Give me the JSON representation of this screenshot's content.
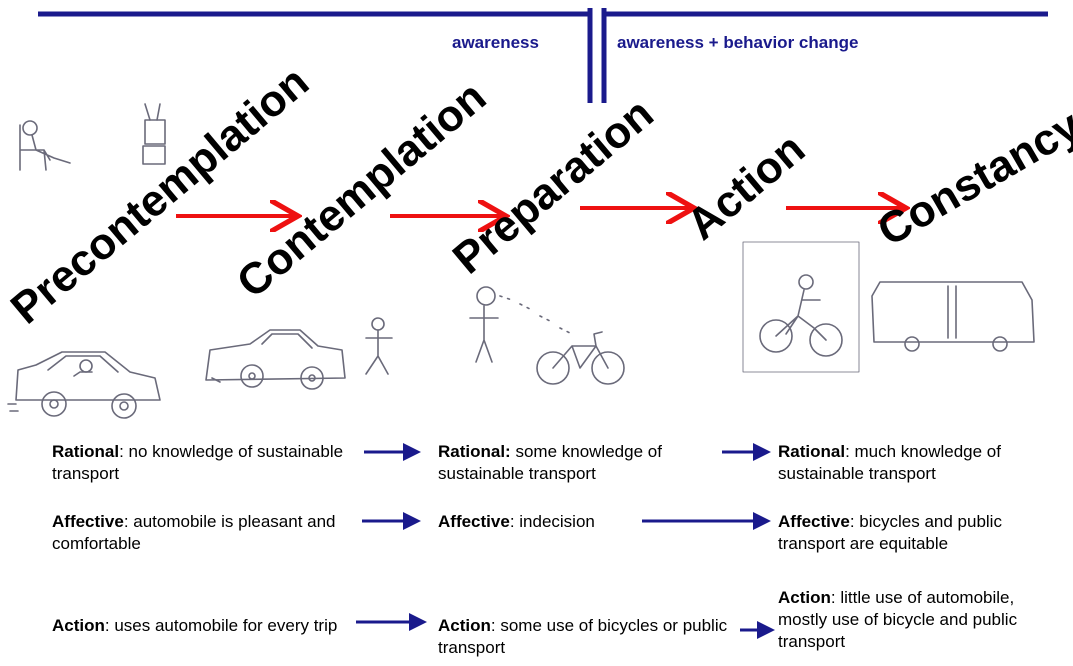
{
  "header": {
    "left_label": "awareness",
    "right_label": "awareness + behavior change"
  },
  "stages": [
    "Precontemplation",
    "Contemplation",
    "Preparation",
    "Action",
    "Constancy"
  ],
  "columns": [
    {
      "rational_label": "Rational",
      "rational_text": ": no knowledge of sustainable transport",
      "affective_label": "Affective",
      "affective_text": ": automobile is pleasant and comfortable",
      "action_label": "Action",
      "action_text": ": uses automobile for every trip"
    },
    {
      "rational_label": "Rational:",
      "rational_text": " some knowledge  of sustainable transport",
      "affective_label": "Affective",
      "affective_text": ": indecision",
      "action_label": "Action",
      "action_text": ": some use of bicycles or public transport"
    },
    {
      "rational_label": "Rational",
      "rational_text": ": much knowledge of sustainable transport",
      "affective_label": "Affective",
      "affective_text": ": bicycles and public transport are equitable",
      "action_label": "Action",
      "action_text": ": little use of automobile, mostly use of bicycle and public transport"
    }
  ],
  "colors": {
    "header_line": "#1a1a8c",
    "stage_arrow": "#ee1111",
    "flow_arrow": "#1a1a8c",
    "sketch": "#6a6a7a"
  }
}
